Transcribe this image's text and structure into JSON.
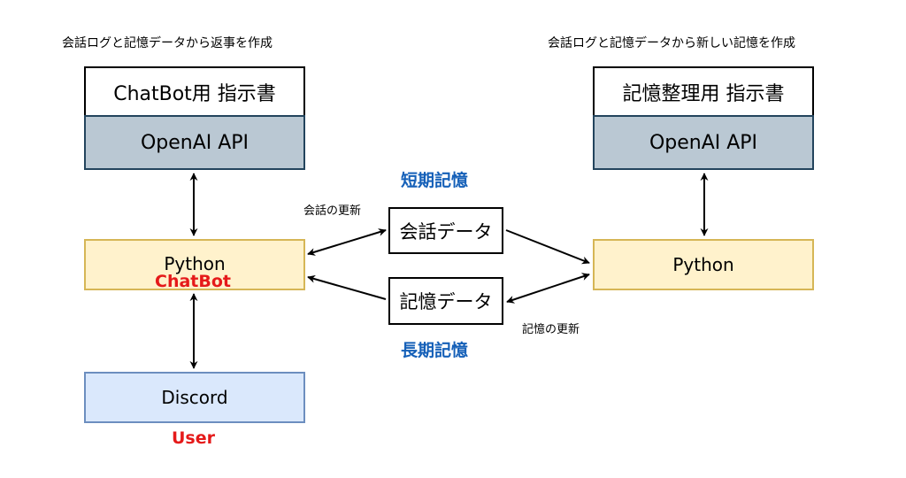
{
  "left": {
    "caption": "会話ログと記憶データから返事を作成",
    "instruction_label": "ChatBot用 指示書",
    "api_label": "OpenAI API",
    "python_label": "Python",
    "chatbot_label": "ChatBot",
    "discord_label": "Discord",
    "user_label": "User"
  },
  "right": {
    "caption": "会話ログと記憶データから新しい記憶を作成",
    "instruction_label": "記憶整理用 指示書",
    "api_label": "OpenAI API",
    "python_label": "Python"
  },
  "middle": {
    "short_term_label": "短期記憶",
    "conversation_update_label": "会話の更新",
    "conversation_data_label": "会話データ",
    "memory_data_label": "記憶データ",
    "memory_update_label": "記憶の更新",
    "long_term_label": "長期記憶"
  }
}
